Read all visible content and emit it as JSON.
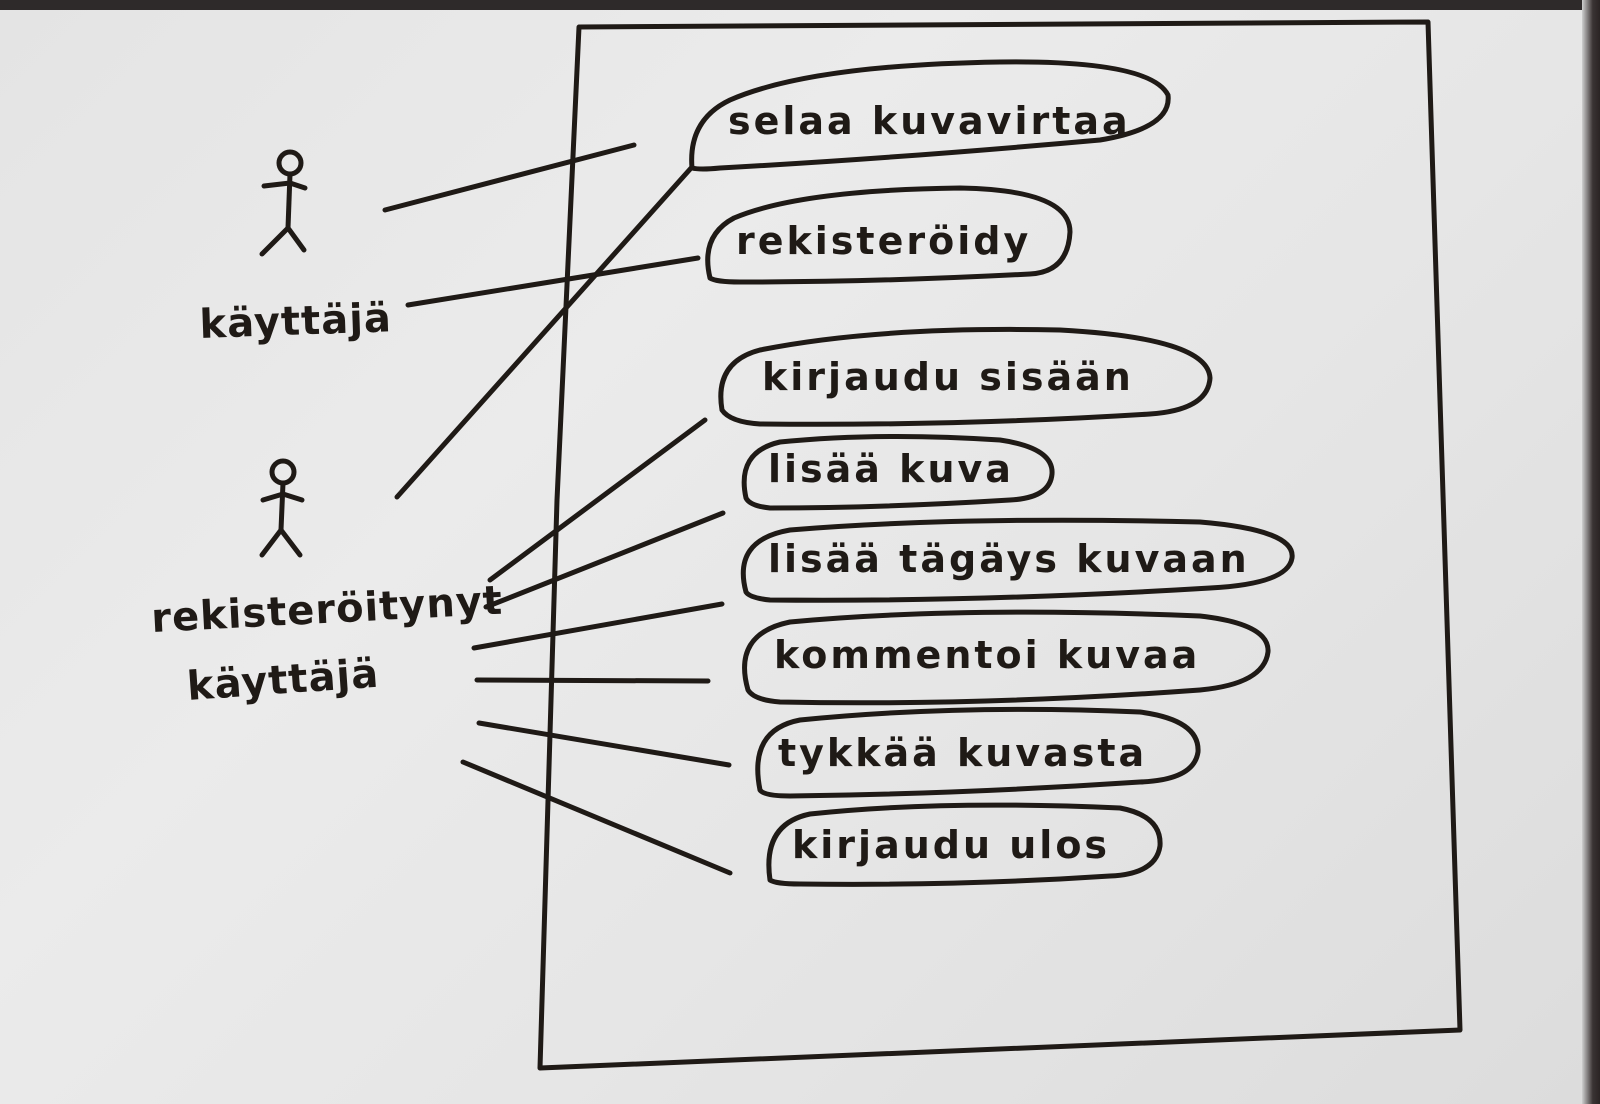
{
  "diagram": {
    "actors": [
      {
        "label_lines": [
          "käyttäjä"
        ]
      },
      {
        "label_lines": [
          "rekisteröitynyt",
          "käyttäjä"
        ]
      }
    ],
    "use_cases": [
      "selaa kuvavirtaa",
      "rekisteröidy",
      "kirjaudu sisään",
      "lisää kuva",
      "lisää tägäys kuvaan",
      "kommentoi kuvaa",
      "tykkää kuvasta",
      "kirjaudu ulos"
    ],
    "ink_color": "#1f1a16",
    "paper_color": "#e8e8e8"
  }
}
